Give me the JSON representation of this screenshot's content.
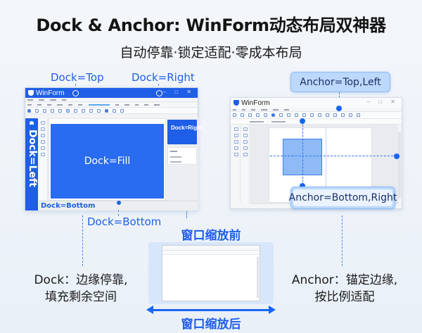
{
  "header": {
    "title": "Dock & Anchor: WinForm动态布局双神器",
    "subtitle": "自动停靠·锁定适配·零成本布局"
  },
  "dock_demo": {
    "label_top": "Dock=Top",
    "label_right": "Dock=Right",
    "window_title": "WinForm",
    "window_controls": "– □ ✕",
    "dock_left": "Dock=Left",
    "dock_fill": "Dock=Fill",
    "dock_right_panel": "Dock=Right",
    "dock_bottom_inner": "Dock=Bottom",
    "dock_bottom_callout": "Dock=Bottom"
  },
  "anchor_demo": {
    "label_top_left": "Anchor=Top,Left",
    "window_title": "WinForm",
    "window_controls": "– □ ✕",
    "label_bottom_right": "Anchor=Bottom,Right"
  },
  "resize_demo": {
    "before_label": "窗口缩放前",
    "after_label": "窗口缩放后"
  },
  "captions": {
    "dock_line1": "Dock：边缘停靠,",
    "dock_line2": "填充剩余空间",
    "anchor_line1": "Anchor：锚定边缘,",
    "anchor_line2": "按比例适配"
  },
  "colors": {
    "accent": "#1f5ee6",
    "fill": "#2a6cf0",
    "anchor_box": "#8fbaf6"
  }
}
